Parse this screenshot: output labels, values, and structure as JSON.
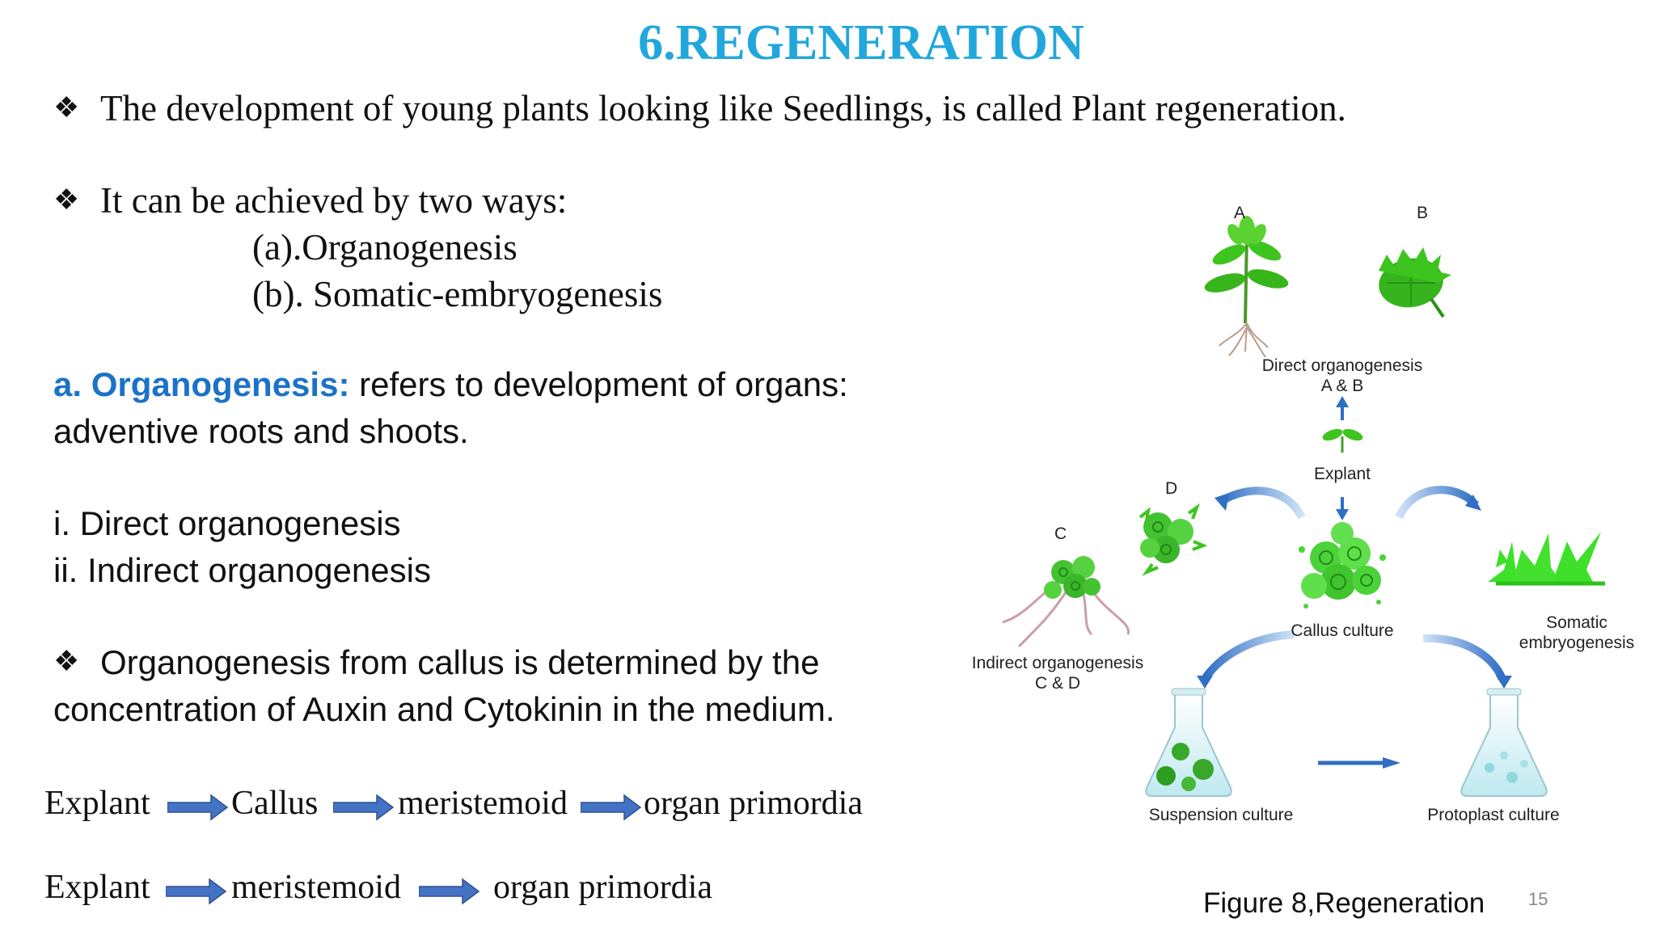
{
  "slide": {
    "title": "6.REGENERATION",
    "bullet_symbol": "❖",
    "bullet1": "The development of  young plants looking like Seedlings, is called Plant regeneration.",
    "bullet2": "It can be achieved by two ways:",
    "way_a": "(a).Organogenesis",
    "way_b": "(b). Somatic-embryogenesis",
    "organo_heading": "a. Organogenesis:",
    "organo_text_1": "refers to development of  organs:",
    "organo_text_2": "adventive roots  and shoots.",
    "type_i": "i. Direct organogenesis",
    "type_ii": "ii. Indirect organogenesis",
    "bullet3_line1": "Organogenesis from callus is determined by the",
    "bullet3_line2": "concentration of Auxin and Cytokinin in the medium.",
    "flow1": [
      "Explant",
      "Callus",
      "meristemoid",
      "organ primordia"
    ],
    "flow2": [
      "Explant",
      "meristemoid",
      "organ primordia"
    ],
    "figure_caption": "Figure 8,Regeneration",
    "page_number": "15"
  },
  "diagram": {
    "label_a": "A",
    "label_b": "B",
    "label_c": "C",
    "label_d": "D",
    "direct_1": "Direct organogenesis",
    "direct_2": "A & B",
    "explant": "Explant",
    "callus": "Callus culture",
    "somatic_1": "Somatic",
    "somatic_2": "embryogenesis",
    "indirect_1": "Indirect organogenesis",
    "indirect_2": "C & D",
    "suspension": "Suspension culture",
    "protoplast": "Protoplast culture"
  },
  "colors": {
    "title": "#22a7dc",
    "heading_blue": "#1c72c6",
    "flow_arrow": "#4472c4",
    "plant_green": "#3ec41e",
    "diagram_arrow": "#2f6fc4"
  }
}
